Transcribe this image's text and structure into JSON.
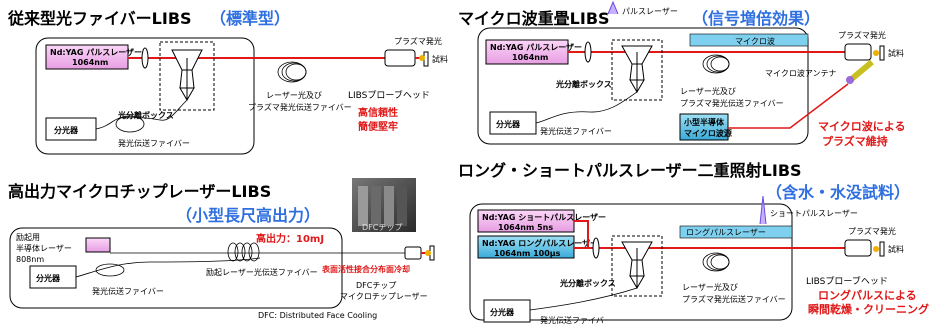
{
  "panel1": {
    "title": "従来型光ファイバーLIBS",
    "subtitle": "（標準型）",
    "laser_line1": "Nd:YAG パルスレーザー",
    "laser_line2": "1064nm",
    "separation_box": "光分離ボックス",
    "fiber_label_1": "レーザー光及び",
    "fiber_label_2": "プラズマ発光伝送ファイバー",
    "probe_head": "LIBSプローブヘッド",
    "plasma": "プラズマ発光",
    "sample": "試料",
    "spectrometer": "分光器",
    "emission_fiber": "発光伝送ファイバー",
    "feature_1": "高信頼性",
    "feature_2": "簡便堅牢"
  },
  "panel2": {
    "title": "マイクロ波重畳LIBS",
    "pulse_label": "パルスレーザー",
    "subtitle": "（信号増倍効果）",
    "microwave": "マイクロ波",
    "laser_line1": "Nd:YAG パルスレーザー",
    "laser_line2": "1064nm",
    "separation_box": "光分離ボックス",
    "plasma": "プラズマ発光",
    "sample": "試料",
    "antenna": "マイクロ波アンテナ",
    "fiber_label_1": "レーザー光及び",
    "fiber_label_2": "プラズマ発光伝送ファイバー",
    "spectrometer": "分光器",
    "emission_fiber": "発光伝送ファイバー",
    "mw_source_1": "小型半導体",
    "mw_source_2": "マイクロ波源",
    "feature_1": "マイクロ波による",
    "feature_2": "プラズマ維持"
  },
  "panel3": {
    "title": "高出力マイクロチップレーザーLIBS",
    "subtitle": "（小型長尺高出力）",
    "output": "高出力：10mJ",
    "excite_1": "励起用",
    "excite_2": "半導体レーザー",
    "excite_3": "808nm",
    "photo_label": "DFCチップ",
    "spectrometer": "分光器",
    "emission_fiber": "発光伝送ファイバー",
    "pump_fiber": "励起レーザー光伝送ファイバー",
    "cooling": "表面活性接合分布面冷却",
    "dfc_chip": "DFCチップ",
    "microchip": "マイクロチップレーザー",
    "footnote": "DFC: Distributed Face Cooling"
  },
  "panel4": {
    "title": "ロング・ショートパルスレーザー二重照射LIBS",
    "subtitle": "（含水・水没試料）",
    "short_laser_1": "Nd:YAG ショートパルスレーザー",
    "short_laser_2": "1064nm  5ns",
    "long_laser_1": "Nd:YAG ロングパルスレーザー",
    "long_laser_2": "1064nm  100μs",
    "short_pulse": "ショートパルスレーザー",
    "long_pulse": "ロングパルスレーザー",
    "plasma": "プラズマ発光",
    "sample": "試料",
    "separation_box": "光分離ボックス",
    "fiber_label_1": "レーザー光及び",
    "fiber_label_2": "プラズマ発光伝送ファイバー",
    "probe_head": "LIBSプローブヘッド",
    "spectrometer": "分光器",
    "emission_fiber": "発光伝送ファイバー",
    "feature_1": "ロングパルスによる",
    "feature_2": "瞬間乾燥・クリーニング"
  },
  "colors": {
    "laser_red": "#e01818",
    "accent_blue": "#2f6fe0",
    "pink_box": "#f2b6ee",
    "cyan_box": "#5fc3e6",
    "microwave_band": "#7fd0ee"
  }
}
